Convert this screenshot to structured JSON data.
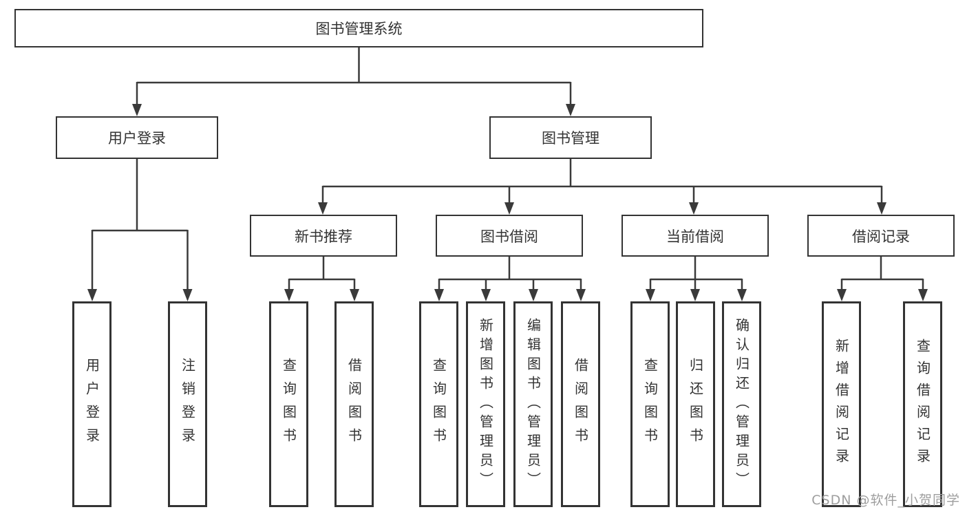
{
  "diagram_type": "system-function-tree",
  "colors": {
    "background": "#ffffff",
    "line": "#3a3a3a",
    "box_border": "#333333",
    "text": "#333333",
    "watermark": "#9e9e9e"
  },
  "tree": {
    "root": {
      "label": "图书管理系统",
      "children": [
        {
          "label": "用户登录",
          "children": [
            {
              "label": "用户登录"
            },
            {
              "label": "注销登录"
            }
          ]
        },
        {
          "label": "图书管理",
          "children": [
            {
              "label": "新书推荐",
              "children": [
                {
                  "label": "查询图书"
                },
                {
                  "label": "借阅图书"
                }
              ]
            },
            {
              "label": "图书借阅",
              "children": [
                {
                  "label": "查询图书"
                },
                {
                  "label": "新增图书（管理员）"
                },
                {
                  "label": "编辑图书（管理员）"
                },
                {
                  "label": "借阅图书"
                }
              ]
            },
            {
              "label": "当前借阅",
              "children": [
                {
                  "label": "查询图书"
                },
                {
                  "label": "归还图书"
                },
                {
                  "label": "确认归还（管理员）"
                }
              ]
            },
            {
              "label": "借阅记录",
              "children": [
                {
                  "label": "新增借阅记录"
                },
                {
                  "label": "查询借阅记录"
                }
              ]
            }
          ]
        }
      ]
    }
  },
  "watermark": {
    "text": "CSDN @软件_小贺同学"
  }
}
